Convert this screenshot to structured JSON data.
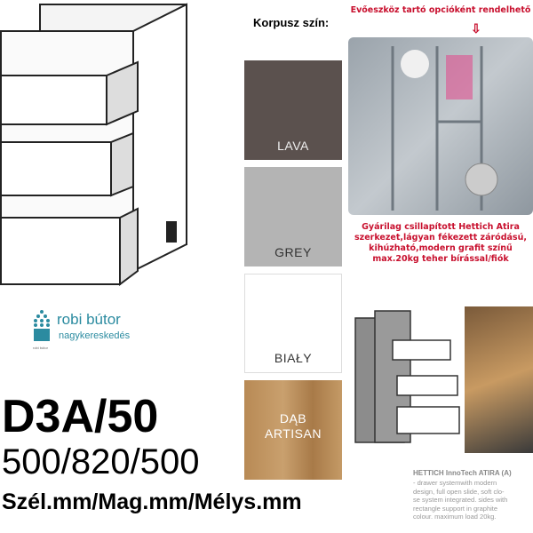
{
  "cabinet_drawing": {
    "icon": "three-drawer-base-cabinet"
  },
  "logo": {
    "name": "robi bútor",
    "sub": "nagykereskedés",
    "small": "robi bútor",
    "color": "#2b8ba0"
  },
  "product": {
    "code": "D3A/50",
    "dimensions": "500/820/500",
    "dimension_labels": "Szél.mm/Mag.mm/Mélys.mm"
  },
  "colors": {
    "header": "Korpusz szín:",
    "swatches": [
      {
        "label": "LAVA",
        "color": "#5b514e"
      },
      {
        "label": "GREY",
        "color": "#b4b4b4"
      },
      {
        "label": "BIAŁY",
        "color": "#ffffff"
      },
      {
        "label": "DĄB ARTISAN",
        "line1": "DĄB",
        "line2": "ARTISAN",
        "color": "#b98d5a"
      }
    ]
  },
  "right": {
    "option_heading": "Evőeszköz tartó opcióként rendelhető",
    "feature_lines": [
      "Gyárilag csillapított Hettich Atira",
      "szerkezet,lágyan fékezett záródású,",
      "kihúzható,modern grafit színű",
      "max.20kg teher bírással/fiók"
    ],
    "hettich_title": "HETTICH InnoTech ATIRA (A)",
    "hettich_lines": [
      "- drawer systemwith modern",
      "design, full open slide, soft clo-",
      "se system integrated. sides with",
      "rectangle support in graphite",
      "colour. maximum load 20kg."
    ],
    "accent": "#c8102e"
  }
}
